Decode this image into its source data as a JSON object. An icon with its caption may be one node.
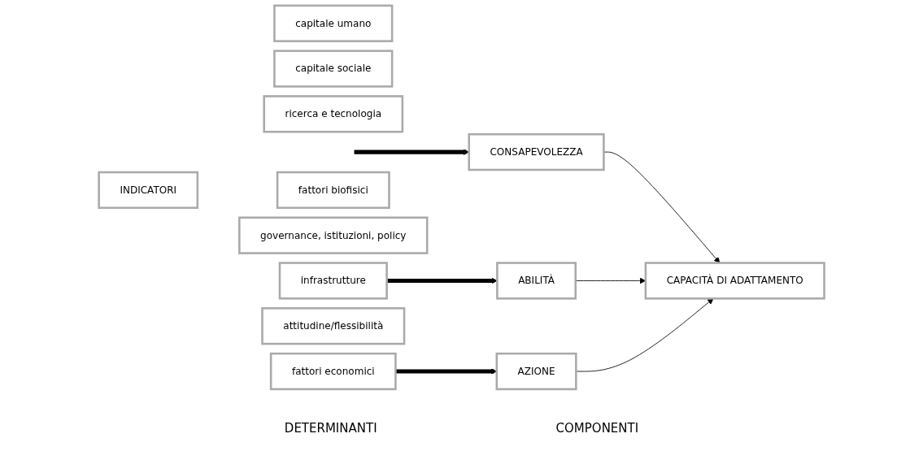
{
  "diagram": {
    "nodes": [
      {
        "text": [
          "INDICATORI"
        ]
      },
      {
        "text": [
          "capitale umano"
        ]
      },
      {
        "text": [
          "capitale sociale"
        ]
      },
      {
        "text": [
          "ricerca e tecnologia"
        ]
      },
      {
        "text": [
          "infrastrutture"
        ]
      },
      {
        "text": [
          "fattori biofisici"
        ]
      },
      {
        "text": [
          "governance, istituzioni, policy"
        ]
      },
      {
        "text": [
          "fattori economici"
        ]
      },
      {
        "text": [
          "attitudine/flessibilità"
        ]
      },
      {
        "text": [
          "CONSAPEVOLEZZA"
        ]
      },
      {
        "text": [
          "ABILITÀ"
        ]
      },
      {
        "text": [
          "AZIONE"
        ]
      },
      {
        "text": [
          "CAPACITÀ DI ADATTAMENTO"
        ]
      }
    ],
    "edges": [
      {
        "from": null,
        "to": 9,
        "arrow": "to",
        "style": "thick"
      },
      {
        "from": 4,
        "to": 10,
        "arrow": "to",
        "style": "thick"
      },
      {
        "from": 7,
        "to": 11,
        "arrow": "to",
        "style": "thick"
      },
      {
        "from": 9,
        "to": 12,
        "arrow": "to"
      },
      {
        "from": 10,
        "to": 12,
        "arrow": "to"
      },
      {
        "from": 11,
        "to": 12,
        "arrow": "to"
      }
    ],
    "labels": [
      "DETERMINANTI",
      "COMPONENTI"
    ]
  }
}
